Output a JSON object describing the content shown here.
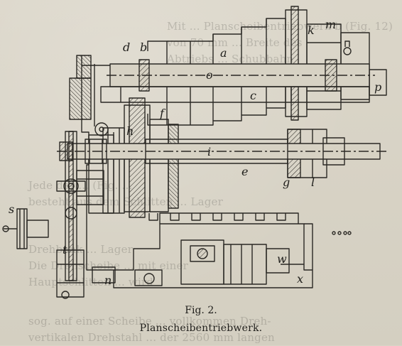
{
  "ghost_text": {
    "line1": "Mit ... Planscheibentriebwerk b (Fig. 12)",
    "line2": "von 70 mm ... Breite des",
    "line3": "Abtriebs ... Schubbahn",
    "line4": "Jede der ... (Fig. ...",
    "line5": "besteht aus dem Schlitten ... Lager",
    "line6": "Drehbank ... Lager",
    "line7": "Die Drehscheibe ... mit einer",
    "line8": "Hauptschlitten ... wird",
    "line9": "sog. auf einer Scheibe ... vollkommen Dreh-",
    "line10": "vertikalen Drehstahl ... der 2560 mm langen"
  },
  "figure": {
    "labels": {
      "k": "k",
      "m": "m",
      "d": "d",
      "b": "b",
      "a": "a",
      "o": "o",
      "c": "c",
      "p": "p",
      "f": "f",
      "h": "h",
      "i": "i",
      "e": "e",
      "g": "g",
      "l": "l",
      "s": "s",
      "t": "t",
      "n": "n",
      "w": "w",
      "x": "x"
    }
  },
  "caption": {
    "figure_number": "Fig. 2.",
    "title": "Planscheibentriebwerk."
  }
}
